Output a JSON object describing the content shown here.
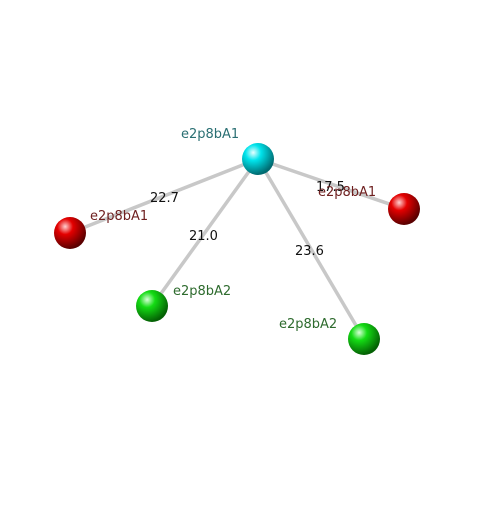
{
  "diagram": {
    "nodes": [
      {
        "id": "center",
        "label": "e2p8bA1",
        "type": "A1-center",
        "color": "#00d8e0",
        "label_color": "#2a6f73"
      },
      {
        "id": "left-red",
        "label": "e2p8bA1",
        "type": "A1",
        "color": "#e00000",
        "label_color": "#6e1f1f"
      },
      {
        "id": "right-red",
        "label": "e2p8bA1",
        "type": "A1",
        "color": "#e00000",
        "label_color": "#6e1f1f"
      },
      {
        "id": "green-left",
        "label": "e2p8bA2",
        "type": "A2",
        "color": "#12d012",
        "label_color": "#2e6b2e"
      },
      {
        "id": "green-right",
        "label": "e2p8bA2",
        "type": "A2",
        "color": "#12d012",
        "label_color": "#2e6b2e"
      }
    ],
    "edges": [
      {
        "from": "center",
        "to": "left-red",
        "label": "22.7"
      },
      {
        "from": "center",
        "to": "green-left",
        "label": "21.0"
      },
      {
        "from": "center",
        "to": "green-right",
        "label": "23.6"
      },
      {
        "from": "center",
        "to": "right-red",
        "label": "17.5"
      }
    ]
  }
}
